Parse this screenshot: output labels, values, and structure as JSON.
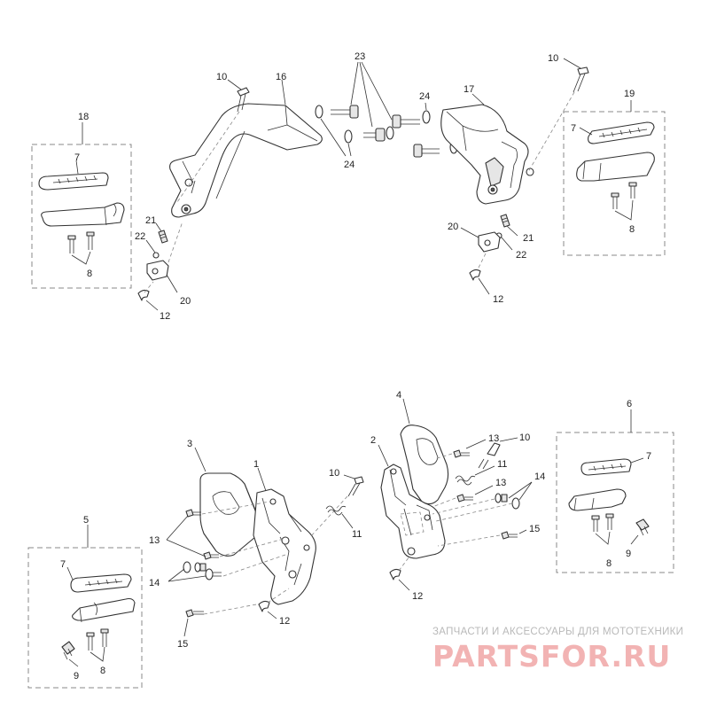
{
  "callouts": {
    "c1": "1",
    "c2": "2",
    "c3": "3",
    "c4": "4",
    "c5": "5",
    "c6": "6",
    "c7": "7",
    "c8": "8",
    "c9": "9",
    "c10": "10",
    "c11": "11",
    "c12": "12",
    "c13": "13",
    "c14": "14",
    "c15": "15",
    "c16": "16",
    "c17": "17",
    "c18": "18",
    "c19": "19",
    "c20": "20",
    "c21": "21",
    "c22": "22",
    "c23": "23",
    "c24": "24"
  },
  "watermark": {
    "tagline": "ЗАПЧАСТИ И АКСЕССУАРЫ ДЛЯ МОТОТЕХНИКИ",
    "brand": "PARTSFOR.RU"
  }
}
